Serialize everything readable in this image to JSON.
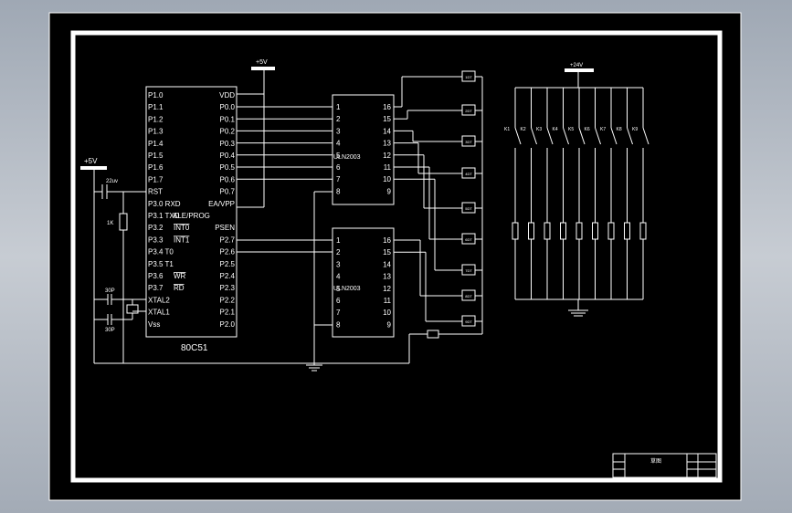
{
  "supplies": {
    "plus5_top": "+5V",
    "plus5_left": "+5V",
    "plus24": "+24V"
  },
  "mcu": {
    "name": "80C51",
    "left_pins": [
      "P1.0",
      "P1.1",
      "P1.2",
      "P1.3",
      "P1.4",
      "P1.5",
      "P1.6",
      "P1.7",
      "RST",
      "P3.0 RXD",
      "P3.1 TXD",
      "P3.2",
      "P3.3",
      "P3.4 T0",
      "P3.5 T1",
      "P3.6",
      "P3.7",
      "XTAL2",
      "XTAL1",
      "Vss"
    ],
    "left_bar_pins": [
      "INT0",
      "INT1",
      "WR",
      "RD"
    ],
    "ale_prog": "ALE/PROG",
    "right_pins": [
      "VDD",
      "P0.0",
      "P0.1",
      "P0.2",
      "P0.3",
      "P0.4",
      "P0.5",
      "P0.6",
      "P0.7",
      "EA/VPP",
      "",
      "PSEN",
      "P2.7",
      "P2.6",
      "P2.5",
      "P2.4",
      "P2.3",
      "P2.2",
      "P2.1",
      "P2.0"
    ]
  },
  "driver1": {
    "name": "ULN2003",
    "left_nums": [
      "1",
      "2",
      "3",
      "4",
      "5",
      "6",
      "7",
      "8"
    ],
    "right_nums": [
      "16",
      "15",
      "14",
      "13",
      "12",
      "11",
      "10",
      "9"
    ]
  },
  "driver2": {
    "name": "ULN2003",
    "left_nums": [
      "1",
      "2",
      "3",
      "4",
      "5",
      "6",
      "7",
      "8"
    ],
    "right_nums": [
      "16",
      "15",
      "14",
      "13",
      "12",
      "11",
      "10",
      "9"
    ]
  },
  "components": {
    "cap_reset": "22uv",
    "res_reset": "1K",
    "cap_x1": "30P",
    "cap_x2": "30P"
  },
  "relays": [
    "1DT",
    "2DT",
    "3DT",
    "4DT",
    "5DT",
    "6DT",
    "7DT",
    "8DT",
    "9DT"
  ],
  "contacts": [
    "K1",
    "K2",
    "K3",
    "K4",
    "K5",
    "K6",
    "K7",
    "K8",
    "K9"
  ],
  "title_block": {
    "drawing_name": "草图"
  }
}
